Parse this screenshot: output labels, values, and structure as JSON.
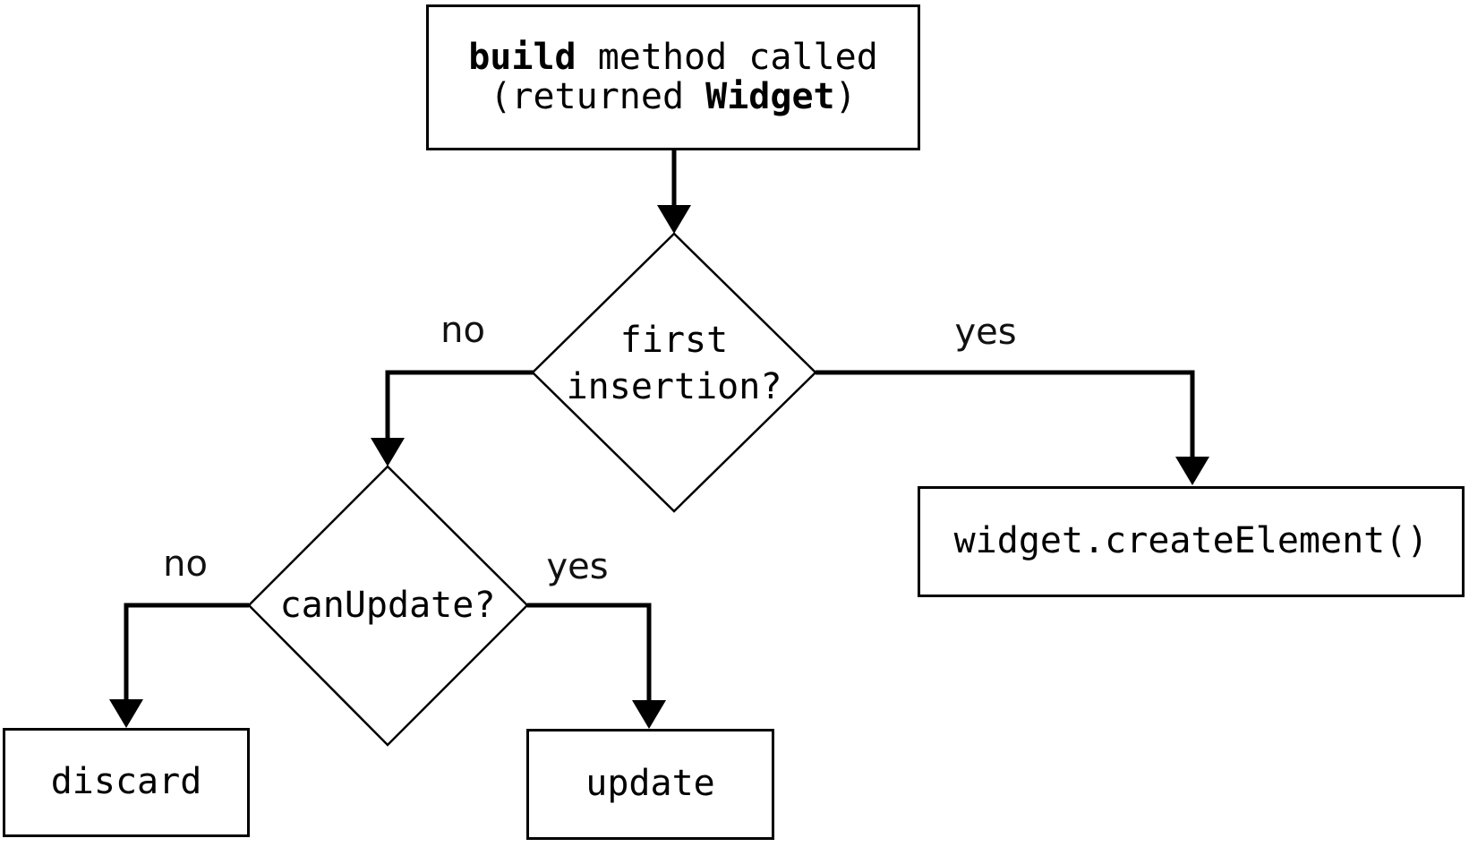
{
  "diagram": {
    "type": "flowchart",
    "background_color": "#ffffff",
    "stroke_color": "#000000"
  },
  "nodes": {
    "build_method": {
      "line1_bold": "build",
      "line1_rest": " method called",
      "line2_pre": "(returned ",
      "line2_bold": "Widget",
      "line2_post": ")"
    },
    "first_insertion": {
      "line1": "first",
      "line2": "insertion?"
    },
    "can_update": {
      "label": "canUpdate?"
    },
    "create_element": {
      "label": "widget.createElement()"
    },
    "discard": {
      "label": "discard"
    },
    "update": {
      "label": "update"
    }
  },
  "edge_labels": {
    "first_insertion_no": "no",
    "first_insertion_yes": "yes",
    "can_update_no": "no",
    "can_update_yes": "yes"
  }
}
